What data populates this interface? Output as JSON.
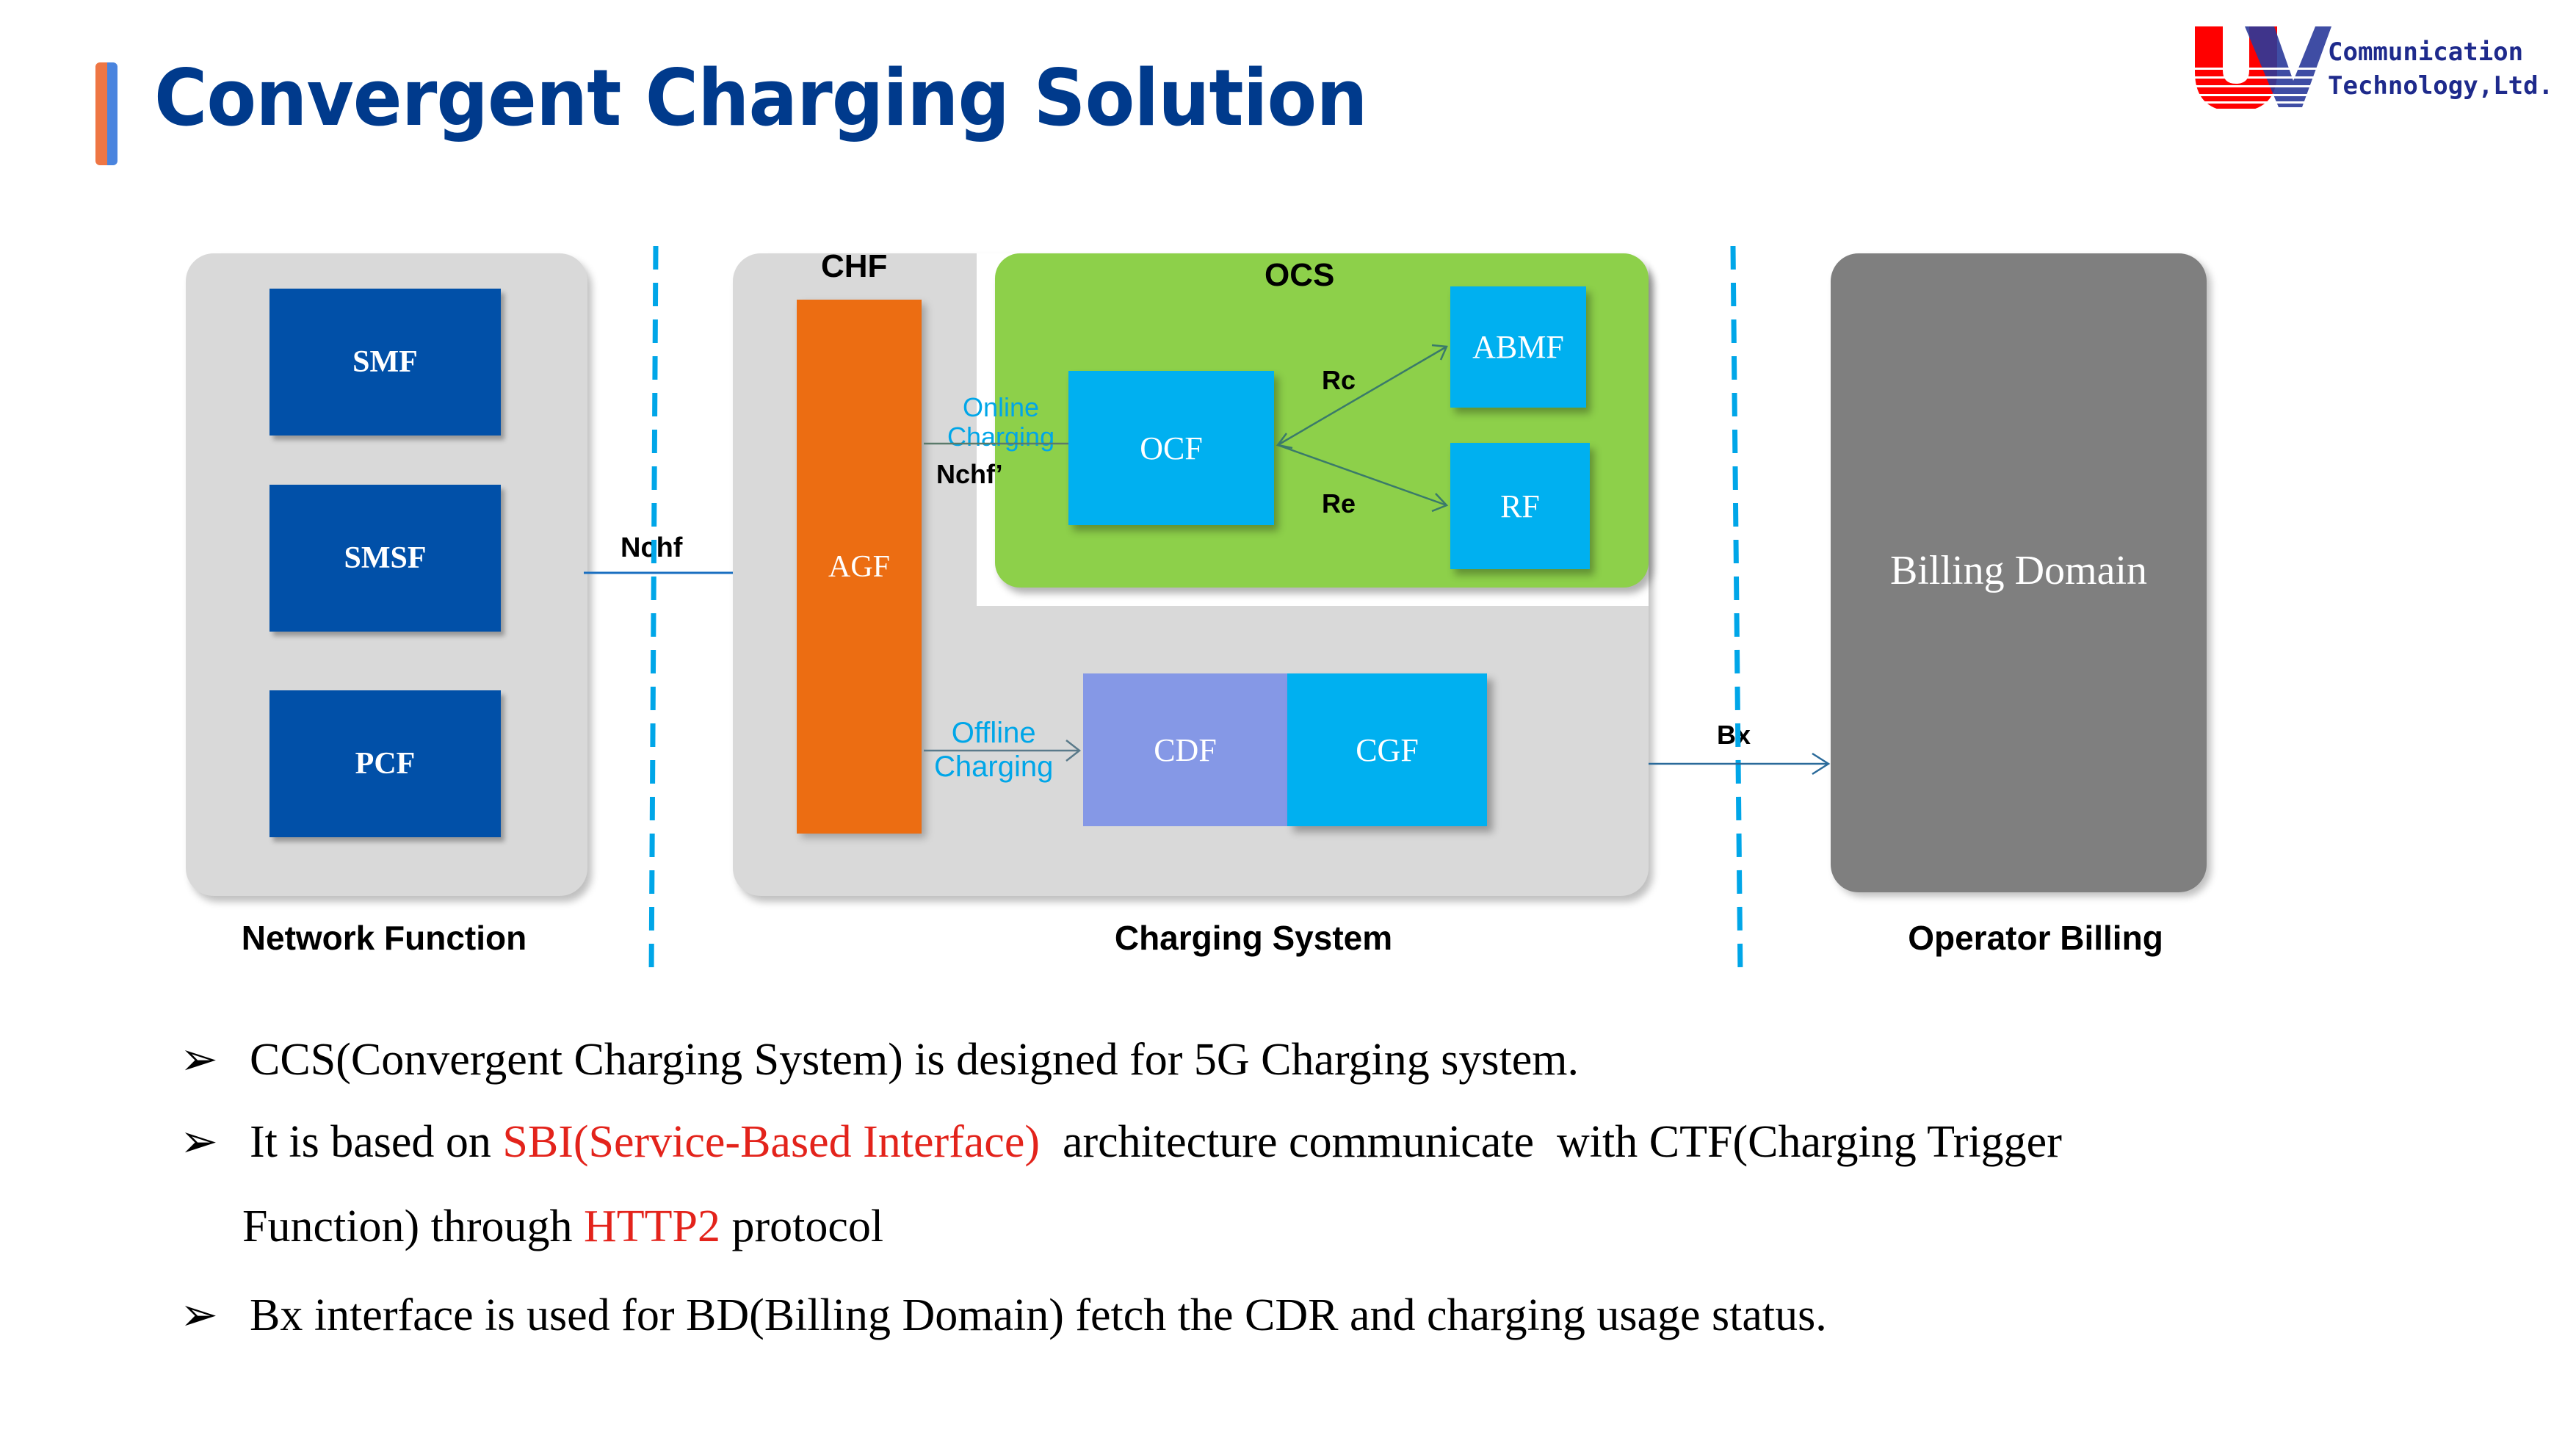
{
  "header": {
    "title": "Convergent Charging Solution",
    "accent_colors": [
      "#ee7644",
      "#4a84de"
    ],
    "title_color": "#003a8c"
  },
  "logo": {
    "mark": "UV",
    "line1": "Communication",
    "line2": "Technology,Ltd.",
    "colors": {
      "u": "#ff0000",
      "v": "#2a3a9a",
      "text": "#1e2a8c"
    }
  },
  "diagram": {
    "network_function": {
      "label": "Network Function",
      "boxes": [
        "SMF",
        "SMSF",
        "PCF"
      ],
      "box_color": "#0150a8"
    },
    "charging_system": {
      "label": "Charging System",
      "chf_label": "CHF",
      "agf": "AGF",
      "agf_color": "#ec6d12",
      "ocs": {
        "label": "OCS",
        "color": "#8dd04a",
        "ocf": "OCF",
        "abmf": "ABMF",
        "rf": "RF",
        "rc": "Rc",
        "re": "Re"
      },
      "online_charging": [
        "Online",
        "Charging"
      ],
      "nchf_prime": "Nchf’",
      "offline_charging": [
        "Offline",
        "Charging"
      ],
      "cdf": "CDF",
      "cgf": "CGF",
      "cdf_color": "#8598e6",
      "blue_color": "#00b0f0"
    },
    "operator_billing": {
      "label": "Operator Billing",
      "billing_domain": "Billing Domain",
      "color": "#7f7f7f"
    },
    "interfaces": {
      "nchf": "Nchf",
      "bx": "Bx"
    },
    "divider_color": "#00a6e8"
  },
  "bullets": {
    "marker": "➢",
    "b1": "CCS(Convergent Charging System) is designed for 5G Charging system.",
    "b2_pre": "It is based on ",
    "b2_red": "SBI(Service-Based Interface)",
    "b2_post": "  architecture communicate  with CTF(Charging Trigger",
    "b2_cont_pre": "Function) through ",
    "b2_cont_red": "HTTP2",
    "b2_cont_post": " protocol",
    "b3": "Bx interface is used for BD(Billing Domain) fetch the CDR and charging usage status.",
    "highlight_color": "#e3231b"
  }
}
